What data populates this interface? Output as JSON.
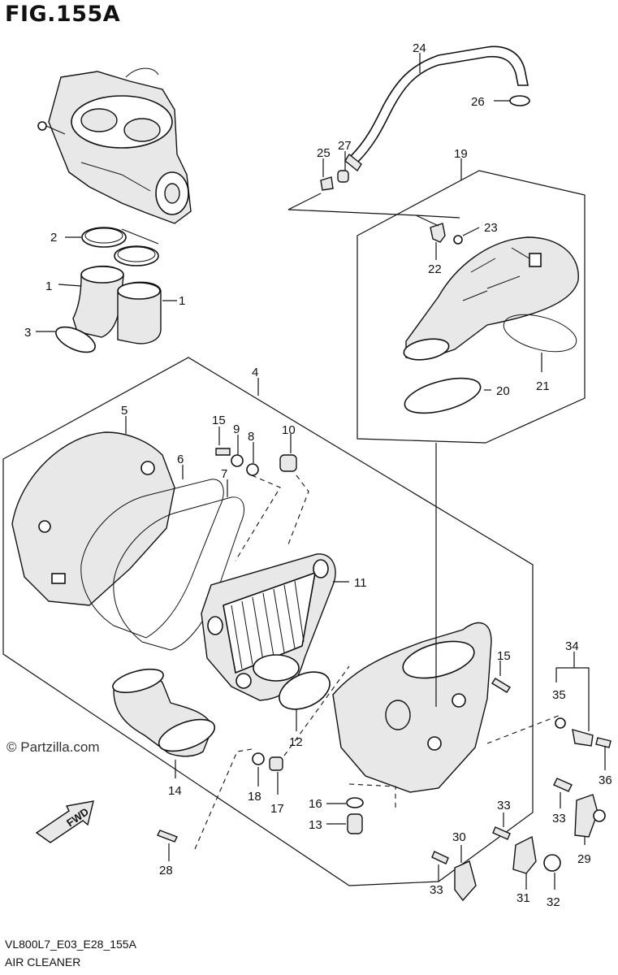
{
  "header": {
    "title": "FIG.155A"
  },
  "footer": {
    "code": "VL800L7_E03_E28_155A",
    "name": "AIR CLEANER"
  },
  "watermark": {
    "text": "© Partzilla.com"
  },
  "badge": {
    "fwd": "FWD"
  },
  "callouts": [
    "1",
    "1",
    "2",
    "3",
    "4",
    "5",
    "6",
    "7",
    "8",
    "9",
    "10",
    "11",
    "12",
    "13",
    "14",
    "15",
    "15",
    "16",
    "17",
    "18",
    "19",
    "20",
    "21",
    "22",
    "23",
    "24",
    "25",
    "26",
    "27",
    "28",
    "29",
    "30",
    "31",
    "32",
    "33",
    "33",
    "33",
    "34",
    "35",
    "36"
  ]
}
